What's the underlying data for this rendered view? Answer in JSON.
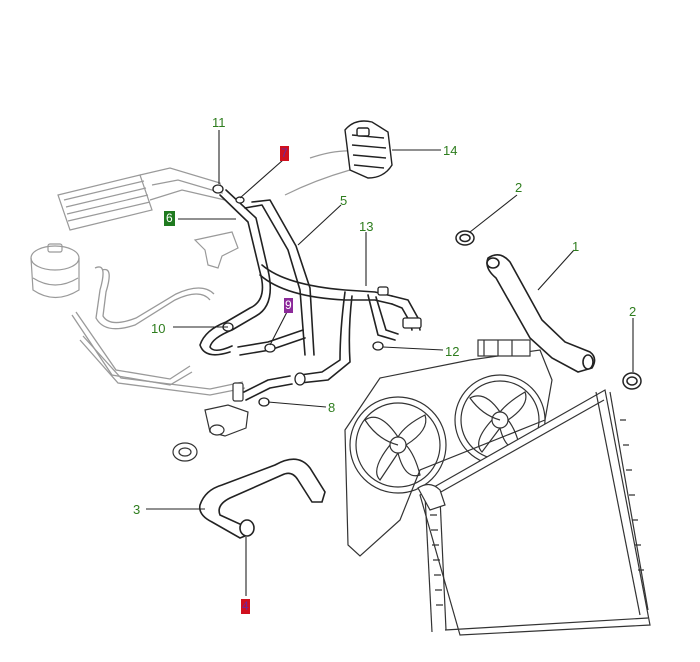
{
  "callouts": {
    "c1": "1",
    "c2a": "2",
    "c2b": "2",
    "c3": "3",
    "c4": "4",
    "c5": "5",
    "c6": "6",
    "c7": "7",
    "c8": "8",
    "c9": "9",
    "c10": "10",
    "c11": "11",
    "c12": "12",
    "c13": "13",
    "c14": "14"
  },
  "colors": {
    "label_text": "#2e7d1e",
    "highlight_red": "#d0101e",
    "highlight_purple": "#8c2a9a",
    "highlight_green": "#1f7a1f",
    "line": "#222222",
    "part_outline": "#333333",
    "faded_parts": "#9a9a9a"
  }
}
